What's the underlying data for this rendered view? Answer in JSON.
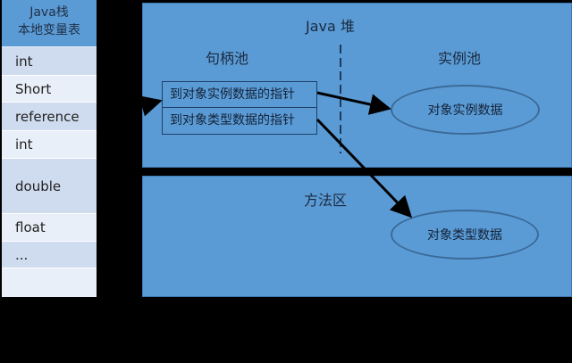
{
  "stack": {
    "header_line1": "Java栈",
    "header_line2": "本地变量表",
    "rows": [
      {
        "label": "int"
      },
      {
        "label": "Short"
      },
      {
        "label": "reference"
      },
      {
        "label": "int"
      },
      {
        "label": "double"
      },
      {
        "label": "float"
      },
      {
        "label": "..."
      },
      {
        "label": ""
      }
    ]
  },
  "heap": {
    "title": "Java 堆",
    "handle_pool_label": "句柄池",
    "instance_pool_label": "实例池",
    "handle_entries": [
      "到对象实例数据的指针",
      "到对象类型数据的指针"
    ],
    "instance_data_label": "对象实例数据"
  },
  "method_area": {
    "title": "方法区",
    "type_data_label": "对象类型数据"
  },
  "colors": {
    "region_fill": "#5b9bd5",
    "stack_header": "#5b9bd5",
    "stack_row_dark": "#cfdcef",
    "stack_row_light": "#e9eff8",
    "background": "#000000"
  }
}
